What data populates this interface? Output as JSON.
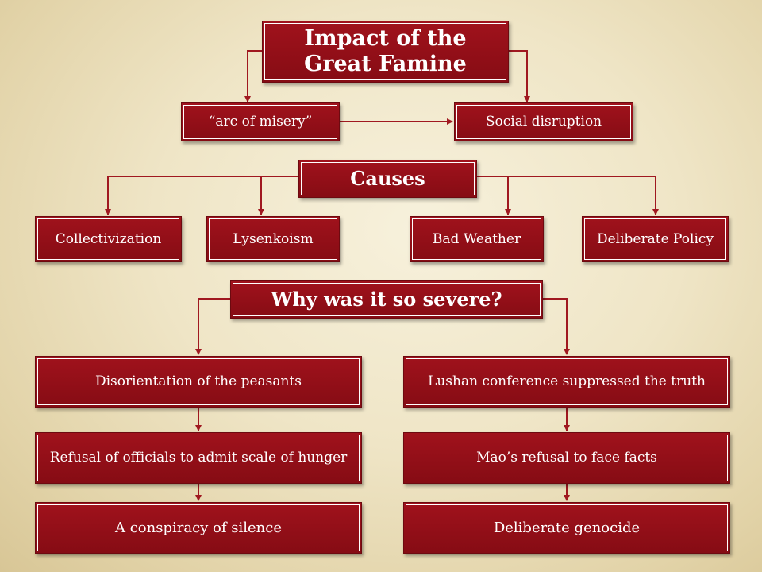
{
  "diagram": {
    "title": "Impact of the Great Famine",
    "impact_nodes": [
      "“arc of misery”",
      "Social disruption"
    ],
    "causes_heading": "Causes",
    "causes": [
      "Collectivization",
      "Lysenkoism",
      "Bad Weather",
      "Deliberate Policy"
    ],
    "severity_heading": "Why was it so severe?",
    "left_chain": [
      "Disorientation of the peasants",
      "Refusal of officials to admit scale of hunger",
      "A conspiracy of silence"
    ],
    "right_chain": [
      "Lushan conference suppressed the truth",
      "Mao’s refusal to face facts",
      "Deliberate genocide"
    ]
  },
  "colors": {
    "box_fill": "#9b111b",
    "connector": "#a01820",
    "background": "#efe5c6"
  }
}
